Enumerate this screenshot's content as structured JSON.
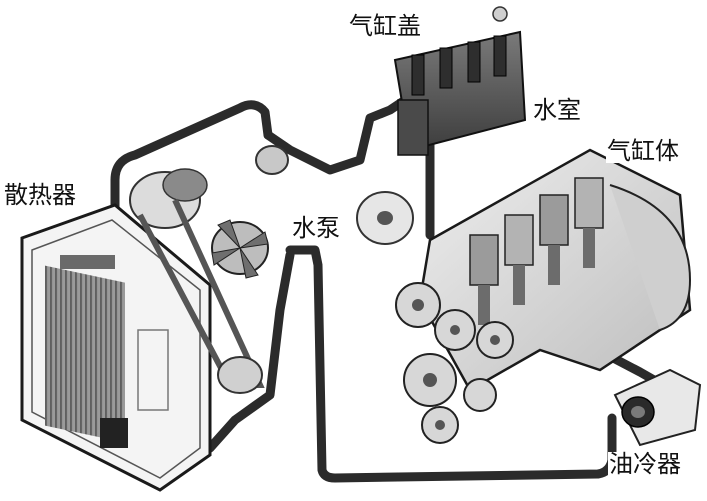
{
  "labels": {
    "cylinder_head": "气缸盖",
    "water_jacket": "水室",
    "cylinder_block": "气缸体",
    "radiator": "散热器",
    "water_pump": "水泵",
    "oil_cooler": "油冷器"
  },
  "colors": {
    "pipe": "#2b2b2b",
    "outline": "#1a1a1a",
    "body_light": "#d9d9d9",
    "body_mid": "#a8a8a8",
    "body_dark": "#5a5a5a",
    "background": "#ffffff"
  }
}
